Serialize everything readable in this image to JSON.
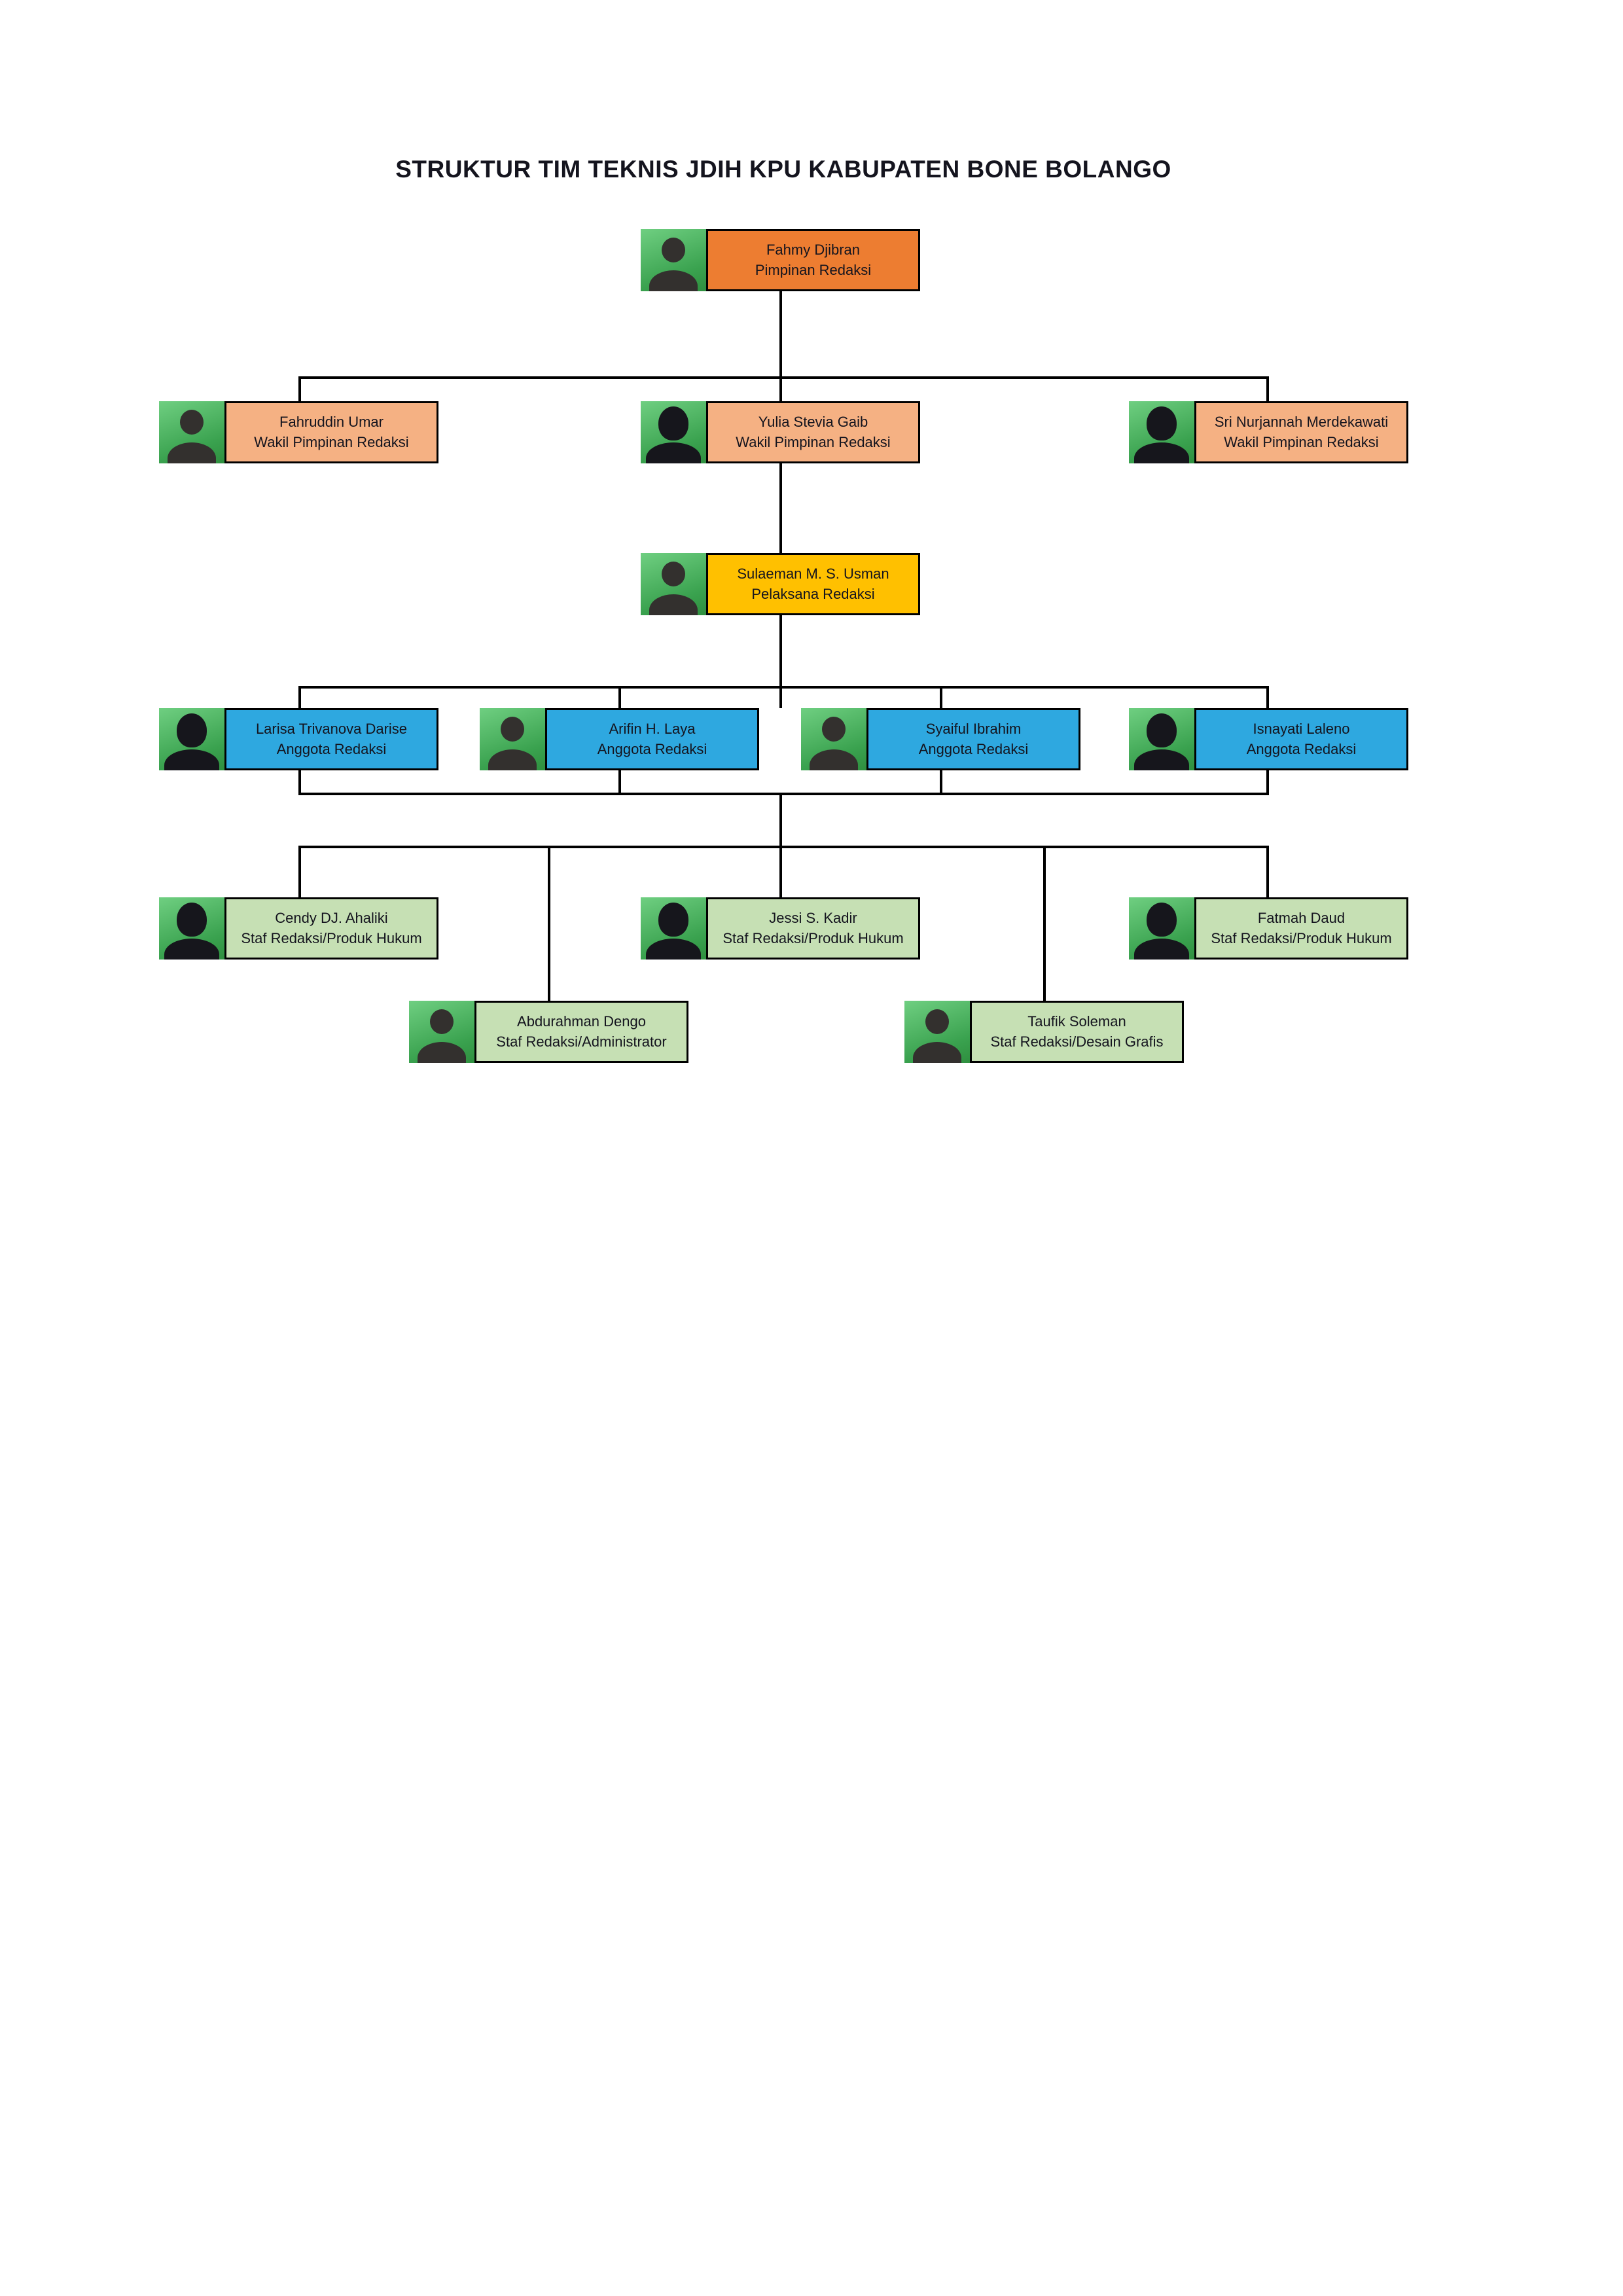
{
  "page": {
    "title": "STRUKTUR TIM TEKNIS JDIH KPU KABUPATEN BONE BOLANGO"
  },
  "colors": {
    "pimpinan": "#ED7D31",
    "wakil": "#F5B183",
    "pelaksana": "#FFC000",
    "anggota": "#2EA8E0",
    "staf": "#C6E0B4",
    "line": "#000000",
    "text": "#14141E"
  },
  "nodes": [
    {
      "name": "Fahmy Djibran",
      "role": "Pimpinan Redaksi",
      "level": "pimpinan",
      "photo": "male"
    },
    {
      "name": "Fahruddin Umar",
      "role": "Wakil Pimpinan Redaksi",
      "level": "wakil",
      "photo": "male"
    },
    {
      "name": "Yulia Stevia Gaib",
      "role": "Wakil Pimpinan Redaksi",
      "level": "wakil",
      "photo": "hijab"
    },
    {
      "name": "Sri Nurjannah Merdekawati",
      "role": "Wakil Pimpinan Redaksi",
      "level": "wakil",
      "photo": "hijab"
    },
    {
      "name": "Sulaeman M. S. Usman",
      "role": "Pelaksana Redaksi",
      "level": "pelaksana",
      "photo": "male"
    },
    {
      "name": "Larisa Trivanova Darise",
      "role": "Anggota Redaksi",
      "level": "anggota",
      "photo": "hijab"
    },
    {
      "name": "Arifin H. Laya",
      "role": "Anggota Redaksi",
      "level": "anggota",
      "photo": "male"
    },
    {
      "name": "Syaiful Ibrahim",
      "role": "Anggota Redaksi",
      "level": "anggota",
      "photo": "male"
    },
    {
      "name": "Isnayati Laleno",
      "role": "Anggota Redaksi",
      "level": "anggota",
      "photo": "hijab"
    },
    {
      "name": "Cendy DJ. Ahaliki",
      "role": "Staf Redaksi/Produk Hukum",
      "level": "staf",
      "photo": "hijab"
    },
    {
      "name": "Jessi S. Kadir",
      "role": "Staf Redaksi/Produk Hukum",
      "level": "staf",
      "photo": "hijab"
    },
    {
      "name": "Fatmah Daud",
      "role": "Staf Redaksi/Produk Hukum",
      "level": "staf",
      "photo": "hijab"
    },
    {
      "name": "Abdurahman Dengo",
      "role": "Staf Redaksi/Administrator",
      "level": "staf",
      "photo": "male"
    },
    {
      "name": "Taufik Soleman",
      "role": "Staf Redaksi/Desain Grafis",
      "level": "staf",
      "photo": "male"
    }
  ]
}
